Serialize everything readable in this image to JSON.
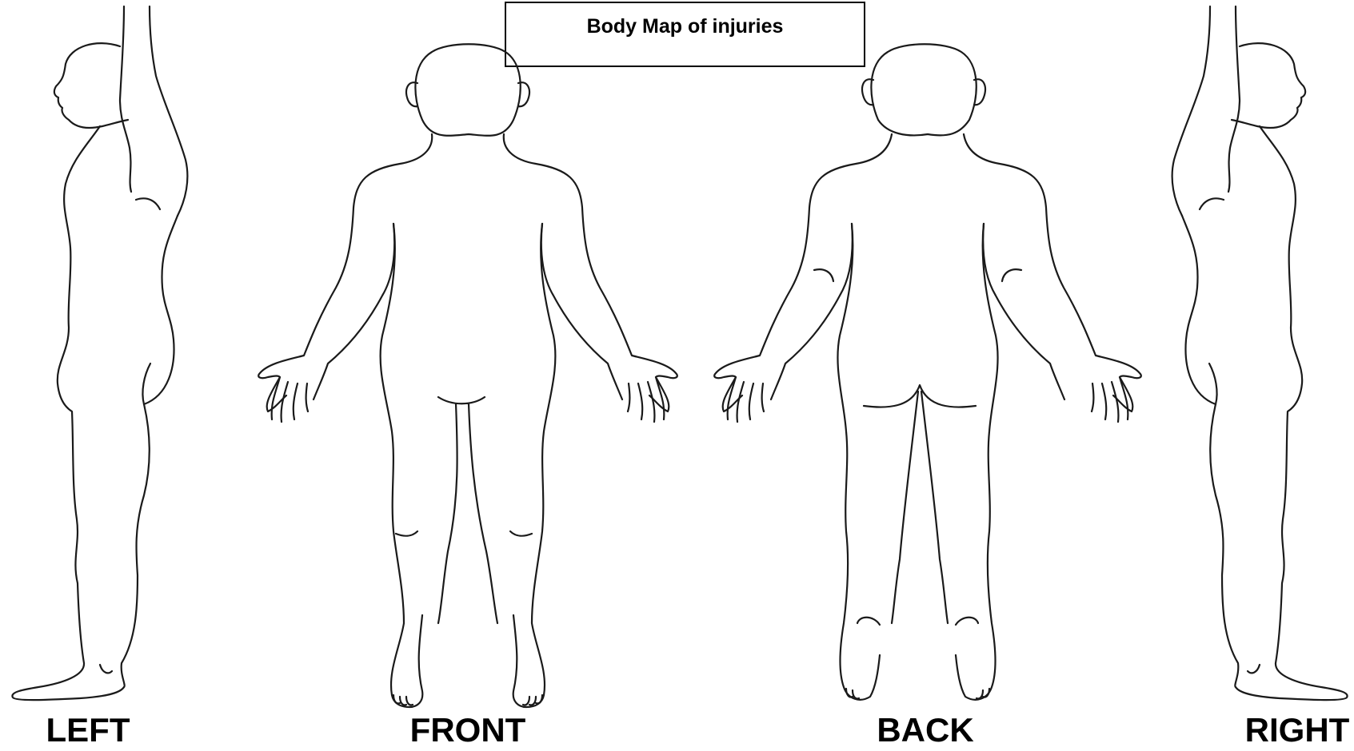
{
  "title": "Body Map of injuries",
  "views": [
    {
      "key": "left",
      "label": "LEFT"
    },
    {
      "key": "front",
      "label": "FRONT"
    },
    {
      "key": "back",
      "label": "BACK"
    },
    {
      "key": "right",
      "label": "RIGHT"
    }
  ],
  "colors": {
    "outline": "#1a1a1a",
    "background": "#ffffff",
    "text": "#000000"
  }
}
